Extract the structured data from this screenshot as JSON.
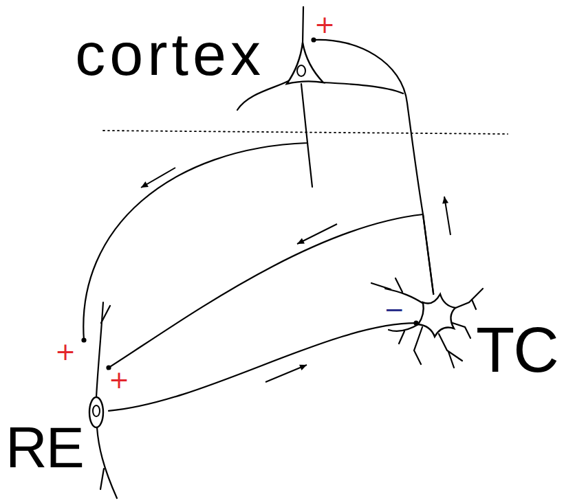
{
  "diagram": {
    "nodes": [
      {
        "text": [
          "cortex"
        ]
      },
      {
        "text": [
          "TC"
        ]
      },
      {
        "text": [
          "RE"
        ]
      }
    ],
    "edges": [
      {
        "from": 0,
        "to": 2,
        "arrow": "to"
      },
      {
        "from": 1,
        "to": 0,
        "arrow": "to"
      },
      {
        "from": 1,
        "to": 2,
        "arrow": "to"
      },
      {
        "from": 2,
        "to": 1,
        "arrow": "to"
      }
    ],
    "labels": [
      "+",
      "−",
      "+",
      "+"
    ]
  }
}
